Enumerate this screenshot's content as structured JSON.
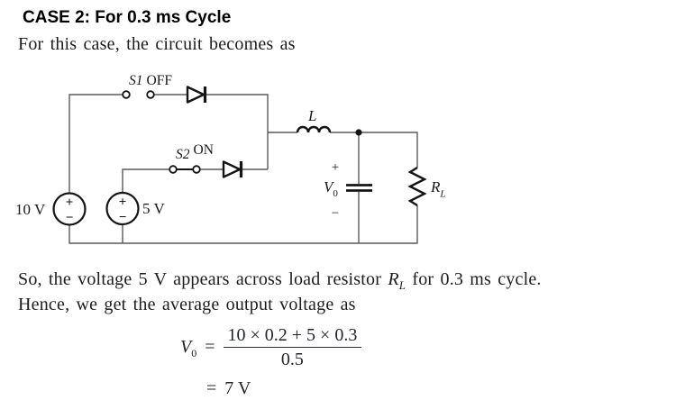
{
  "header": {
    "title": "CASE 2: For 0.3 ms Cycle",
    "intro": "For this case, the circuit becomes as"
  },
  "circuit": {
    "switches": [
      {
        "name": "S1",
        "state": "OFF"
      },
      {
        "name": "S2",
        "state": "ON"
      }
    ],
    "sources": [
      {
        "label": "10 V",
        "plus": "+",
        "minus": "−"
      },
      {
        "label": "5 V",
        "plus": "+",
        "minus": "−"
      }
    ],
    "inductor_label": "L",
    "output": {
      "plus": "+",
      "v": "V",
      "v_sub": "0",
      "minus": "−"
    },
    "load": {
      "r": "R",
      "r_sub": "L"
    }
  },
  "body": {
    "sentence1": {
      "pre": "So, the voltage 5 V appears across load resistor ",
      "r": "R",
      "r_sub": "L",
      "post": " for 0.3 ms cycle."
    },
    "sentence2": "Hence, we get the average output voltage as"
  },
  "equation": {
    "lhs": {
      "v": "V",
      "sub": "0"
    },
    "equals": "=",
    "fraction": {
      "numerator": "10 × 0.2 + 5 × 0.3",
      "denominator": "0.5"
    },
    "result": {
      "equals": "=",
      "value": "7 V"
    }
  },
  "colors": {
    "background": "#ffffff",
    "text": "#1c1c1c",
    "wire": "#5a5a5a",
    "component": "#141414"
  }
}
